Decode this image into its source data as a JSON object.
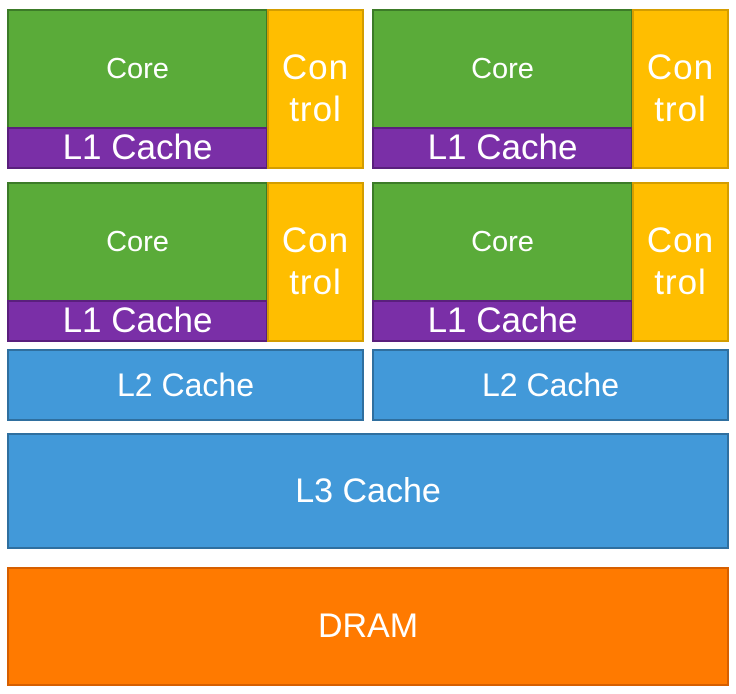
{
  "clusters": [
    {
      "core_label": "Core",
      "l1_label": "L1 Cache",
      "control_lines": [
        "Con",
        "trol"
      ]
    },
    {
      "core_label": "Core",
      "l1_label": "L1 Cache",
      "control_lines": [
        "Con",
        "trol"
      ]
    },
    {
      "core_label": "Core",
      "l1_label": "L1 Cache",
      "control_lines": [
        "Con",
        "trol"
      ]
    },
    {
      "core_label": "Core",
      "l1_label": "L1 Cache",
      "control_lines": [
        "Con",
        "trol"
      ]
    }
  ],
  "l2_caches": [
    {
      "label": "L2 Cache"
    },
    {
      "label": "L2 Cache"
    }
  ],
  "l3_cache": {
    "label": "L3 Cache"
  },
  "dram": {
    "label": "DRAM"
  },
  "colors": {
    "core": "#5aab39",
    "l1": "#7a2fa7",
    "control": "#ffbe00",
    "cache": "#4299d9",
    "dram": "#ff7a00"
  }
}
